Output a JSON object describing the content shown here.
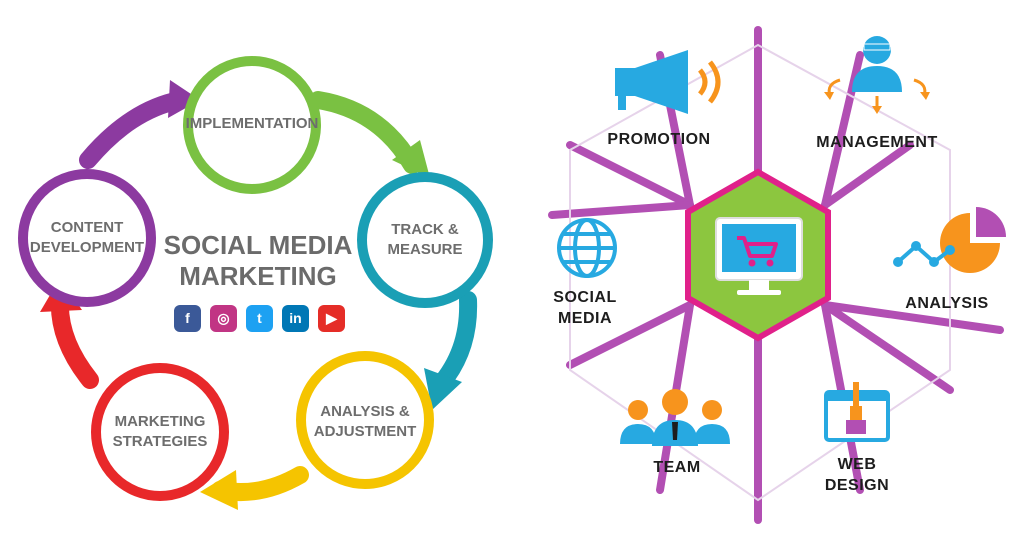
{
  "left_diagram": {
    "title_line1": "SOCIAL MEDIA",
    "title_line2": "MARKETING",
    "stages": [
      {
        "line1": "IMPLEMENTATION",
        "line2": "",
        "color": "#7ac142"
      },
      {
        "line1": "TRACK &",
        "line2": "MEASURE",
        "color": "#1a9fb5"
      },
      {
        "line1": "ANALYSIS &",
        "line2": "ADJUSTMENT",
        "color": "#f5c400"
      },
      {
        "line1": "MARKETING",
        "line2": "STRATEGIES",
        "color": "#e8282a"
      },
      {
        "line1": "CONTENT",
        "line2": "DEVELOPMENT",
        "color": "#8c3aa0"
      }
    ],
    "social_icons": [
      {
        "icon": "facebook-icon",
        "glyph": "f",
        "color": "#3b5998"
      },
      {
        "icon": "instagram-icon",
        "glyph": "◎",
        "color": "#c13584"
      },
      {
        "icon": "twitter-icon",
        "glyph": "t",
        "color": "#1da1f2"
      },
      {
        "icon": "linkedin-icon",
        "glyph": "in",
        "color": "#0077b5"
      },
      {
        "icon": "youtube-icon",
        "glyph": "▶",
        "color": "#e52d27"
      }
    ]
  },
  "right_diagram": {
    "center_icon": "shopping-cart-monitor-icon",
    "colors": {
      "hex_border": "#e0218a",
      "hex_fill": "#8cc63f",
      "lines": "#b24fb3",
      "blue": "#27a9e1",
      "orange": "#f7941d"
    },
    "items": [
      {
        "icon": "megaphone-icon",
        "line1": "PROMOTION",
        "line2": ""
      },
      {
        "icon": "manager-icon",
        "line1": "MANAGEMENT",
        "line2": ""
      },
      {
        "icon": "pie-chart-icon",
        "line1": "ANALYSIS",
        "line2": ""
      },
      {
        "icon": "browser-brush-icon",
        "line1": "WEB",
        "line2": "DESIGN"
      },
      {
        "icon": "team-icon",
        "line1": "TEAM",
        "line2": ""
      },
      {
        "icon": "globe-icon",
        "line1": "SOCIAL",
        "line2": "MEDIA"
      }
    ]
  }
}
